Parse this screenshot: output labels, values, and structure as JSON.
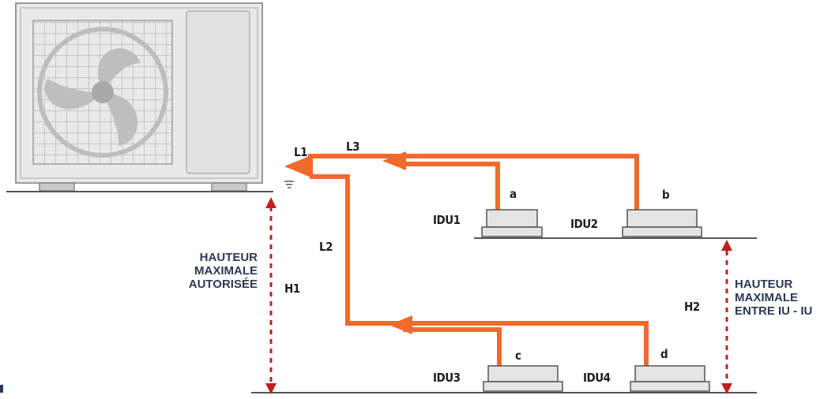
{
  "labels": {
    "L1": "L1",
    "L2": "L2",
    "L3": "L3",
    "H1": "H1",
    "H2": "H2",
    "a": "a",
    "b": "b",
    "c": "c",
    "d": "d",
    "IDU1": "IDU1",
    "IDU2": "IDU2",
    "IDU3": "IDU3",
    "IDU4": "IDU4"
  },
  "captions": {
    "left": "HAUTEUR\nMAXIMALE\nAUTORISÉE",
    "right": "HAUTEUR\nMAXIMALE\nENTRE IU - IU"
  },
  "colors": {
    "pipe": "#f06a2c",
    "dimension": "#c21f1f",
    "caption": "#2b3a55",
    "unit_body": "#e4e4e4",
    "unit_outline": "#555555"
  }
}
